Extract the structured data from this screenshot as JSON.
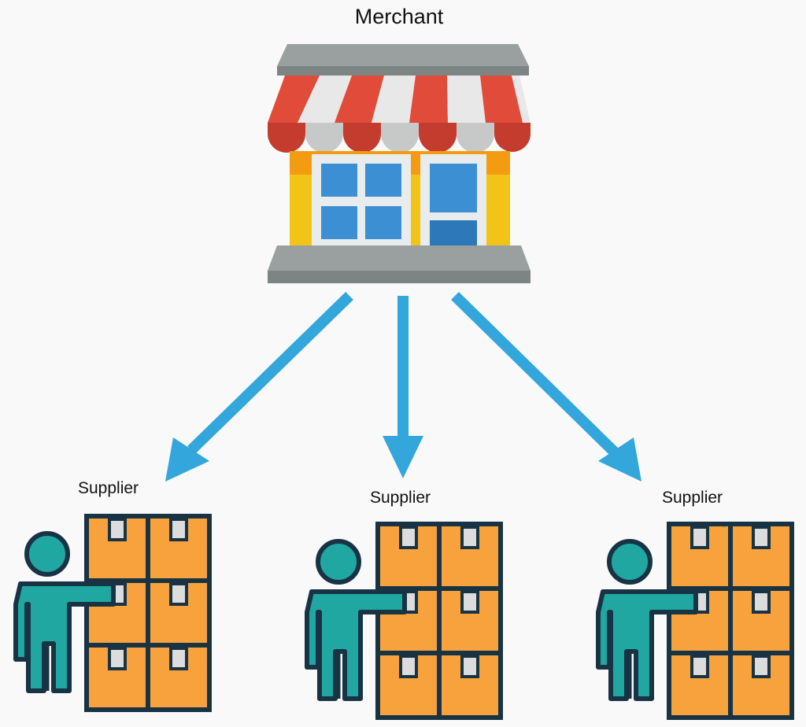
{
  "merchant": {
    "label": "Merchant",
    "icon": "storefront-icon"
  },
  "suppliers": [
    {
      "label": "Supplier",
      "icon": "warehouse-worker-icon"
    },
    {
      "label": "Supplier",
      "icon": "warehouse-worker-icon"
    },
    {
      "label": "Supplier",
      "icon": "warehouse-worker-icon"
    }
  ],
  "colors": {
    "arrow": "#33a6db",
    "awning_red": "#e04b3a",
    "awning_white": "#e8e8e8",
    "wall_yellow": "#f2c417",
    "window_blue": "#3d8fd4",
    "roof_gray": "#828b8a",
    "box_orange": "#f7a23c",
    "person_teal": "#20a7a2",
    "outline_navy": "#173344"
  }
}
